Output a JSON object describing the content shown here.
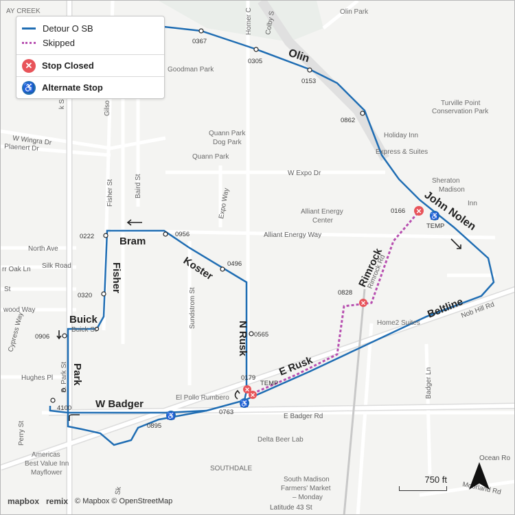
{
  "legend": {
    "detour": "Detour O SB",
    "skipped": "Skipped",
    "stop_closed": "Stop Closed",
    "alternate_stop": "Alternate Stop"
  },
  "colors": {
    "route": "#1f6db3",
    "skipped": "#b74fb0",
    "closed": "#e8545a",
    "alternate": "#1f6db3"
  },
  "routes": {
    "Olin": "Olin",
    "john_nolen": "John Nolen",
    "rimrock": "Rimrock",
    "beltline": "Beltline",
    "e_rusk": "E Rusk",
    "n_rusk": "N Rusk",
    "koster": "Koster",
    "bram": "Bram",
    "fisher": "Fisher",
    "buick": "Buick",
    "park": "Park",
    "w_badger": "W Badger"
  },
  "stops": {
    "s0367": "0367",
    "s0305": "0305",
    "s0153": "0153",
    "s0862": "0862",
    "s0166": "0166",
    "s0828": "0828",
    "s0222": "0222",
    "s0956": "0956",
    "s0496": "0496",
    "s0320": "0320",
    "s0565": "0565",
    "s0906": "0906",
    "s0179": "0179",
    "s4100": "4100",
    "s0763": "0763",
    "s0895": "0895",
    "temp1": "TEMP",
    "temp2": "TEMP"
  },
  "places": {
    "olin_park": "Olin Park",
    "goodman_park": "Goodman Park",
    "turville": "Turville Point",
    "turville2": "Conservation Park",
    "quann_dog": "Quann Park",
    "quann_dog2": "Dog Park",
    "quann_park": "Quann Park",
    "holiday": "Holiday Inn",
    "holiday2": "Express & Suites",
    "sheraton": "Sheraton",
    "sheraton2": "Madison",
    "sheraton3": "Inn",
    "alliant": "Alliant Energy",
    "alliant2": "Center",
    "home2": "Home2 Suites",
    "el_pollo": "El Pollo Rumbero",
    "delta": "Delta Beer Lab",
    "southdale": "SOUTHDALE",
    "americas": "Americas",
    "americas2": "Best Value Inn",
    "americas3": "Mayflower",
    "farmers": "South Madison",
    "farmers2": "Farmers' Market",
    "farmers3": "– Monday",
    "creek": "AY CREEK"
  },
  "streets": {
    "w_wingra": "W Wingra Dr",
    "plaenert": "Plaenert Dr",
    "w_expo": "W Expo Dr",
    "alliant_way": "Alliant Energy Way",
    "north_ave": "North Ave",
    "silk_road": "Silk Road",
    "oak_ln": "rr Oak Ln",
    "st1": "St",
    "st2": "St",
    "wood_way": "wood Way",
    "cypress": "Cypress Way",
    "hughes": "Hughes Pl",
    "e_badger": "E Badger Rd",
    "nob_hill": "Nob Hill Rd",
    "badger_ln": "Badger Ln",
    "ocean": "Ocean Ro",
    "moorland": "Moorland Rd",
    "latitude": "Latitude 43 St",
    "expo_way": "Expo Way",
    "sundstrom": "Sundstrom St",
    "fisher_st": "Fisher St",
    "baird": "Baird St",
    "homer": "Homer C",
    "colby": "Colby S",
    "perry": "Perry St",
    "s_park": "S. Park St",
    "buick_st": "Buick St",
    "rimrock_rd": "Rimrock Rd",
    "k_st": "k St",
    "baird_top": "Baird St",
    "gilson": "Gilso",
    "sk": "Sk",
    "p": "P"
  },
  "scale": "750 ft",
  "footer": {
    "mapbox": "mapbox",
    "remix": "remix",
    "copy": "© Mapbox © OpenStreetMap"
  }
}
